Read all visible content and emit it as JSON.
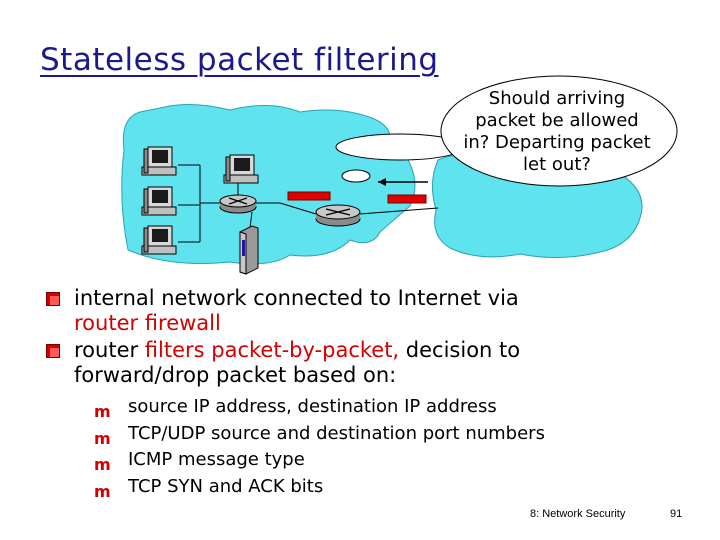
{
  "slide": {
    "title": "Stateless packet filtering",
    "callout": [
      "Should arriving",
      "packet be allowed",
      "in? Departing packet",
      "let out?"
    ]
  },
  "bullets": {
    "b1_part1": "internal network connected to Internet via",
    "b1_part2": "router firewall",
    "b2_part1": "router ",
    "b2_part2": "filters packet-by-packet,",
    "b2_part3": " decision to",
    "b2_part4": "forward/drop packet based on:",
    "sub": [
      "source IP address, destination IP address",
      "TCP/UDP source and destination port numbers",
      "ICMP message type",
      "TCP SYN and ACK bits"
    ]
  },
  "footer": {
    "section": "8: Network Security",
    "page": "91"
  },
  "colors": {
    "title": "#1a1a8c",
    "accent_red": "#d40000",
    "network_cloud": "#5fe3ee"
  }
}
